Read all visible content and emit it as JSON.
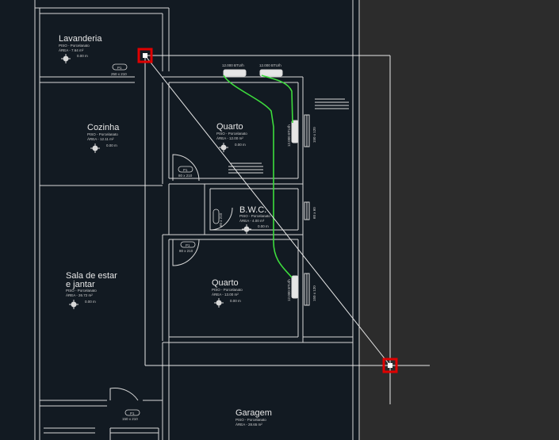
{
  "plan": {
    "rooms": [
      {
        "key": "lavanderia",
        "name": "Lavanderia",
        "piso": "PISO - Porcelanato",
        "area": "ÁREA - 7.64 m²",
        "level": "0.00 m"
      },
      {
        "key": "cozinha",
        "name": "Cozinha",
        "piso": "PISO - Porcelanato",
        "area": "ÁREA - 12.11 m²",
        "level": "0.00 m"
      },
      {
        "key": "quarto1",
        "name": "Quarto",
        "piso": "PISO - Porcelanato",
        "area": "ÁREA - 12.00 m²",
        "level": "0.00 m"
      },
      {
        "key": "bwc",
        "name": "B.W.C.",
        "piso": "PISO - Porcelanato",
        "area": "ÁREA - 4.00 m²",
        "level": "0.00 m"
      },
      {
        "key": "sala",
        "name": "Sala de estar",
        "name2": "e jantar",
        "piso": "PISO - Porcelanato",
        "area": "ÁREA - 26.72 m²",
        "level": "0.00 m"
      },
      {
        "key": "quarto2",
        "name": "Quarto",
        "piso": "PISO - Porcelanato",
        "area": "ÁREA - 13.00 m²",
        "level": "0.00 m"
      },
      {
        "key": "garagem",
        "name": "Garagem",
        "piso": "PISO - Porcelanato",
        "area": "ÁREA - 28.65 m²",
        "level": ""
      }
    ],
    "doors": {
      "p1_lav": "P1",
      "p1_lav_size": "250 x 210",
      "p1_q1": "P1",
      "p1_q1_size": "80 x 210",
      "p1_q2": "P1",
      "p1_q2_size": "80 x 210",
      "p1_bwc_size": "60 x 210",
      "p1_gar": "P1",
      "p1_gar_size": "150 x 210"
    },
    "ac_units": {
      "top_left": "12.000 BTU/h",
      "top_right": "12.000 BTU/h",
      "side_q1": "12.000 BTU/h",
      "side_q2": "12.000 BTU/h"
    },
    "windows": {
      "w1": "150 x 120",
      "w2": "60 x 60",
      "w3": "150 x 120"
    }
  },
  "colors": {
    "background": "#101820",
    "linework": "#d8d8d8",
    "refrigerant_line": "#3ddc3d",
    "grip": "#e00000"
  },
  "icons": {
    "grip": "selection-grip-icon",
    "level": "level-marker-icon"
  }
}
